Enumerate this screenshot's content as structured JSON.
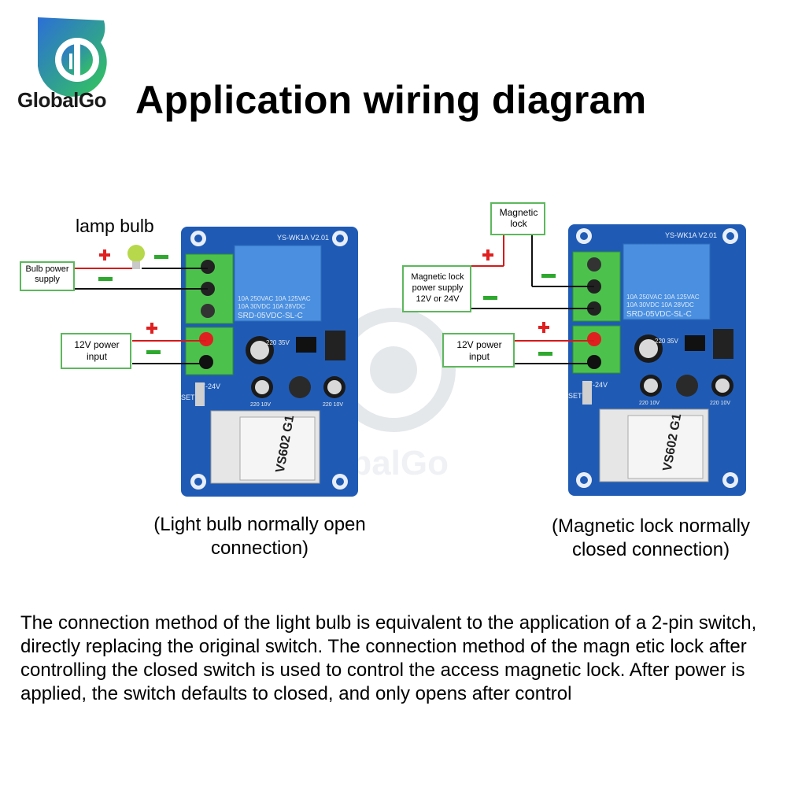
{
  "brand": {
    "name": "GlobalGo",
    "colors": {
      "logo_blue": "#2c6fd6",
      "logo_green": "#34c759"
    }
  },
  "title": "Application wiring diagram",
  "left_diagram": {
    "lamp_label": "lamp bulb",
    "bulb_power_label": "Bulb power supply",
    "power_input_label": "12V power input",
    "relay_spec_1": "10A 250VAC  10A 125VAC",
    "relay_spec_2": "10A 30VDC  10A 28VDC",
    "relay_model": "SRD-05VDC-SL-C",
    "cap_label": "220 35V",
    "cap_small_1": "220 10V",
    "cap_small_2": "220 10V",
    "module_label": "VS602 G1",
    "board_code": "YS-WK1A V2.01",
    "voltage_label": "7-24V",
    "set_label": "SET",
    "caption": "(Light bulb normally open connection)"
  },
  "right_diagram": {
    "magnetic_lock_label": "Magnetic lock",
    "lock_power_label": "Magnetic lock power supply 12V or 24V",
    "power_input_label": "12V power input",
    "relay_spec_1": "10A 250VAC  10A 125VAC",
    "relay_spec_2": "10A 30VDC  10A 28VDC",
    "relay_model": "SRD-05VDC-SL-C",
    "cap_label": "220 35V",
    "cap_small_1": "220 10V",
    "cap_small_2": "220 10V",
    "module_label": "VS602 G1",
    "board_code": "YS-WK1A V2.01",
    "voltage_label": "7-24V",
    "set_label": "SET",
    "caption": "(Magnetic lock normally closed connection)"
  },
  "watermark": "GlobalGo",
  "description": "The connection method of the light bulb is equivalent to the application of a 2-pin switch, directly replacing the original switch. The connection method of the magn etic lock after controlling the closed switch is used to control the access magnetic lock. After power is applied, the switch defaults to closed, and only opens after control",
  "colors": {
    "pcb_blue": "#1f5bb5",
    "terminal_green": "#4cc24c",
    "relay_blue": "#4a8fe0",
    "plus_red": "#e02020",
    "minus_green": "#2fa82f",
    "wire_black": "#111111",
    "wire_red": "#d41a1a"
  }
}
